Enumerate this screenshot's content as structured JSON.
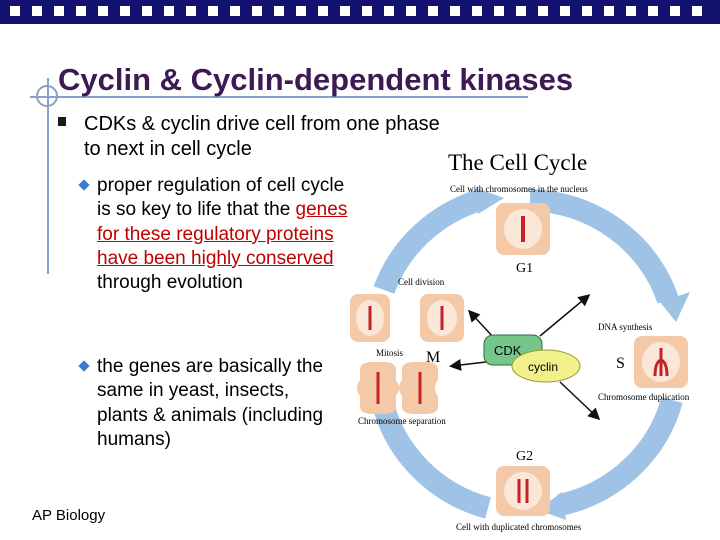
{
  "slide": {
    "title": "Cyclin & Cyclin-dependent kinases",
    "bullet": "CDKs & cyclin drive cell from one phase to next in cell cycle",
    "sub_bullets": [
      {
        "before": "proper regulation of cell cycle is so key to life that the ",
        "highlight": "genes for these regulatory proteins have been highly conserved",
        "after": " through evolution"
      },
      {
        "text": "the genes are basically the same in yeast, insects, plants & animals (including humans)"
      }
    ],
    "footer": "AP Biology"
  },
  "diagram": {
    "title": "The Cell Cycle",
    "labels": {
      "nucleus": "Cell with chromosomes in the nucleus",
      "g1": "G1",
      "cell_division": "Cell division",
      "dna_synthesis": "DNA synthesis",
      "mitosis": "Mitosis",
      "m": "M",
      "s": "S",
      "cdk": "CDK",
      "cyclin": "cyclin",
      "chromosome_duplication": "Chromosome duplication",
      "chromosome_separation": "Chromosome separation",
      "g2": "G2",
      "duplicated": "Cell with duplicated chromosomes"
    },
    "colors": {
      "arrow": "#9fc3e6",
      "cell_fill": "#f4c9a8",
      "nucleus_fill": "#fbe7d7",
      "chromosome": "#c4212b",
      "cdk_fill": "#74c68b",
      "cyclin_fill": "#f2f08a"
    }
  }
}
